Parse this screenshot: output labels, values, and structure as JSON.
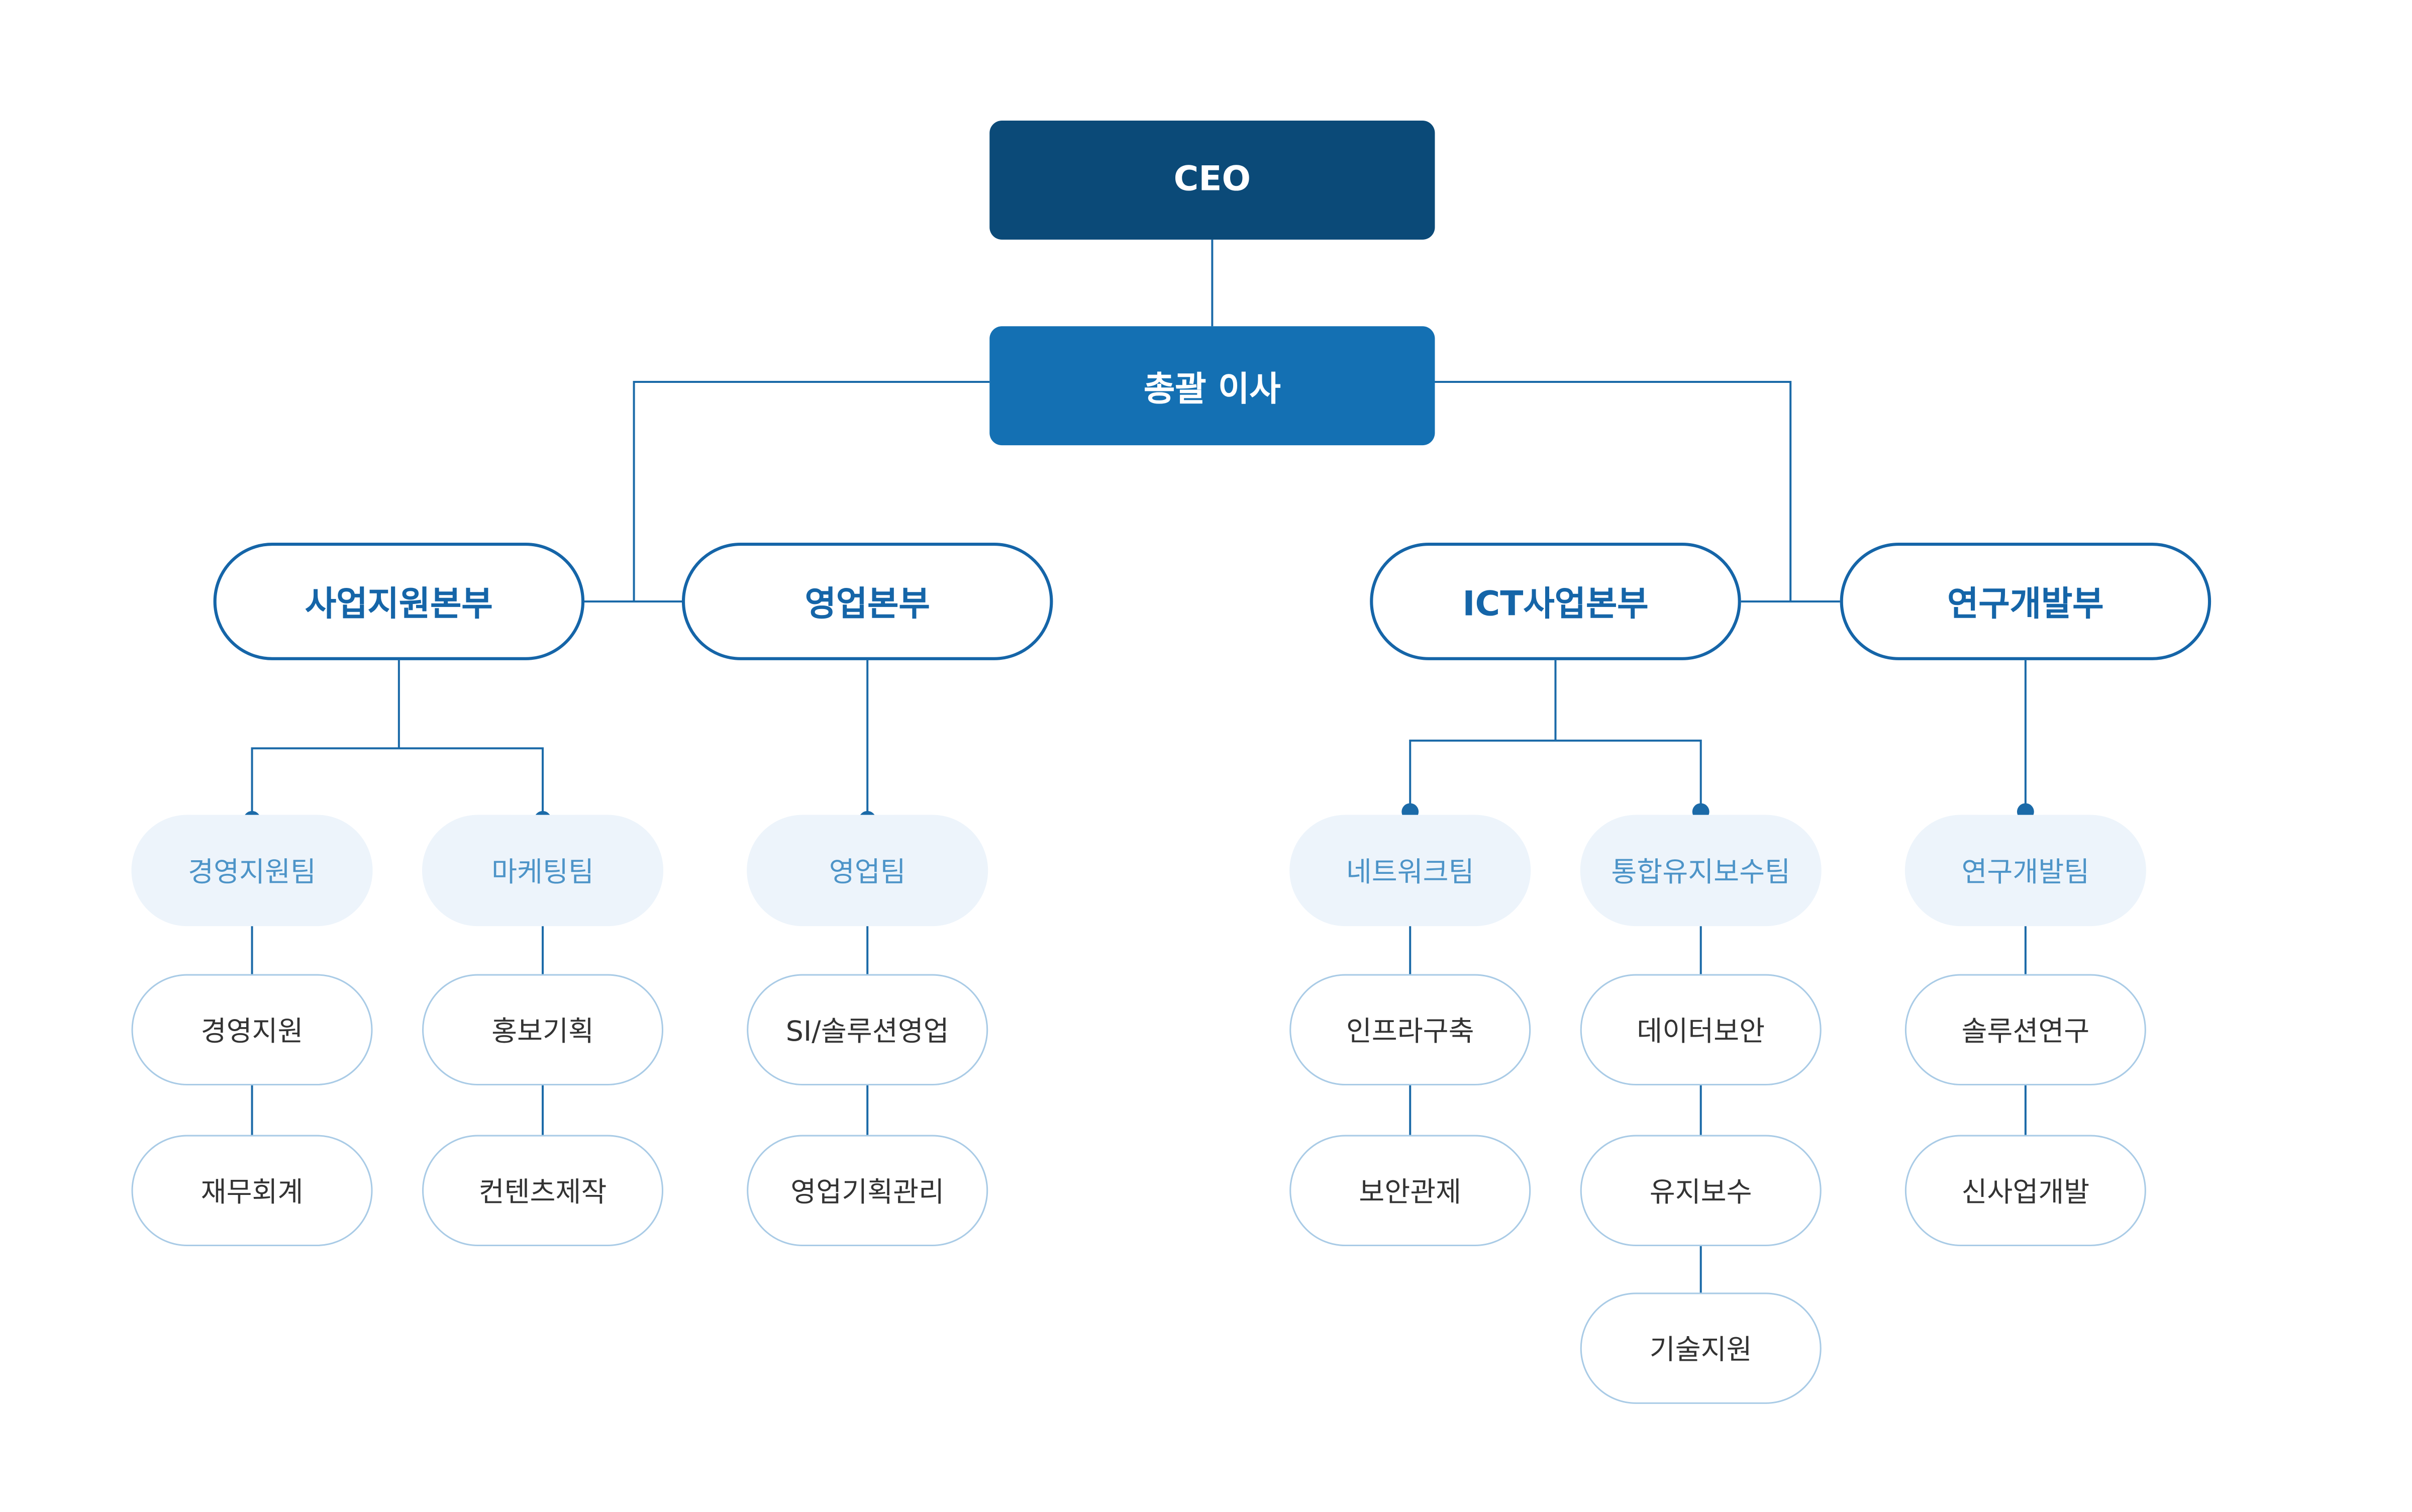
{
  "ceo": "CEO",
  "director": "총괄 이사",
  "divisions": [
    {
      "label": "사업지원본부",
      "teams": [
        {
          "label": "경영지원팀",
          "units": [
            "경영지원",
            "재무회계"
          ]
        },
        {
          "label": "마케팅팀",
          "units": [
            "홍보기획",
            "컨텐츠제작"
          ]
        }
      ]
    },
    {
      "label": "영업본부",
      "teams": [
        {
          "label": "영업팀",
          "units": [
            "SI/솔루션영업",
            "영업기획관리"
          ]
        }
      ]
    },
    {
      "label": "ICT사업본부",
      "teams": [
        {
          "label": "네트워크팀",
          "units": [
            "인프라구축",
            "보안관제"
          ]
        },
        {
          "label": "통합유지보수팀",
          "units": [
            "데이터보안",
            "유지보수",
            "기술지원"
          ]
        }
      ]
    },
    {
      "label": "연구개발부",
      "teams": [
        {
          "label": "연구개발팀",
          "units": [
            "솔루션연구",
            "신사업개발"
          ]
        }
      ]
    }
  ],
  "colors": {
    "ceo_fill": "#0b4a78",
    "director_fill": "#1470b3",
    "division_border": "#1565a8",
    "team_fill": "#edf4fb",
    "team_text": "#4d94c8",
    "unit_border": "#a9cbe6",
    "connector": "#1b6aa8"
  }
}
